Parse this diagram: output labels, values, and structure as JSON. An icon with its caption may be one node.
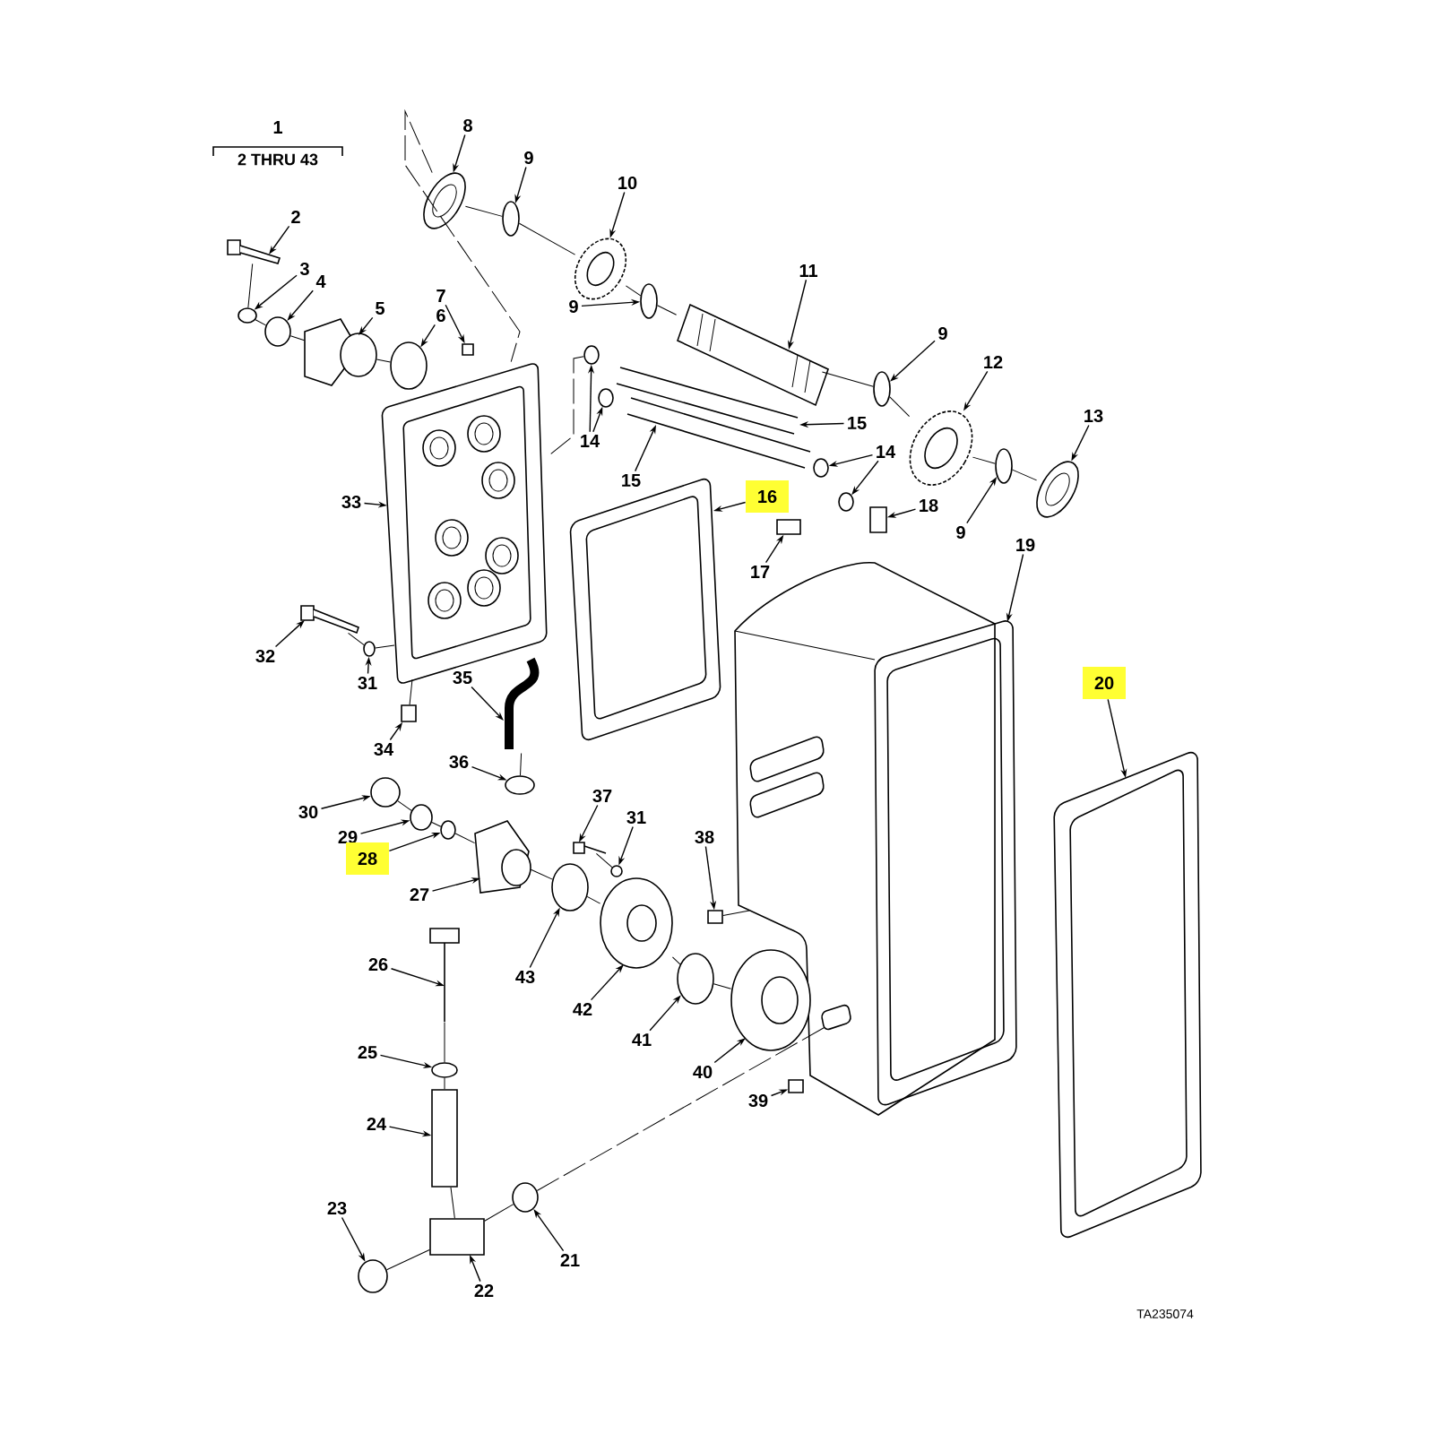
{
  "diagram": {
    "nodes": [
      {
        "text": [
          "8"
        ]
      },
      {
        "text": [
          "9"
        ]
      },
      {
        "text": [
          "10"
        ]
      },
      {
        "text": [
          "2"
        ]
      },
      {
        "text": [
          "3"
        ]
      },
      {
        "text": [
          "11"
        ]
      },
      {
        "text": [
          "4"
        ]
      },
      {
        "text": [
          "9"
        ]
      },
      {
        "text": [
          "7"
        ]
      },
      {
        "text": [
          "5"
        ]
      },
      {
        "text": [
          "6"
        ]
      },
      {
        "text": [
          "9"
        ]
      },
      {
        "text": [
          "12"
        ]
      },
      {
        "text": [
          "13"
        ]
      },
      {
        "text": [
          "15"
        ]
      },
      {
        "text": [
          "14"
        ]
      },
      {
        "text": [
          "14"
        ]
      },
      {
        "text": [
          "15"
        ]
      },
      {
        "text": [
          "16"
        ]
      },
      {
        "text": [
          "33"
        ]
      },
      {
        "text": [
          "18"
        ]
      },
      {
        "text": [
          "9"
        ]
      },
      {
        "text": [
          "19"
        ]
      },
      {
        "text": [
          "17"
        ]
      },
      {
        "text": [
          "32"
        ]
      },
      {
        "text": [
          "20"
        ]
      },
      {
        "text": [
          "31"
        ]
      },
      {
        "text": [
          "35"
        ]
      },
      {
        "text": [
          "34"
        ]
      },
      {
        "text": [
          "36"
        ]
      },
      {
        "text": [
          "37"
        ]
      },
      {
        "text": [
          "30"
        ]
      },
      {
        "text": [
          "31"
        ]
      },
      {
        "text": [
          "29"
        ]
      },
      {
        "text": [
          "38"
        ]
      },
      {
        "text": [
          "28"
        ]
      },
      {
        "text": [
          "27"
        ]
      },
      {
        "text": [
          "26"
        ]
      },
      {
        "text": [
          "43"
        ]
      },
      {
        "text": [
          "42"
        ]
      },
      {
        "text": [
          "41"
        ]
      },
      {
        "text": [
          "25"
        ]
      },
      {
        "text": [
          "40"
        ]
      },
      {
        "text": [
          "39"
        ]
      },
      {
        "text": [
          "24"
        ]
      },
      {
        "text": [
          "23"
        ]
      },
      {
        "text": [
          "21"
        ]
      },
      {
        "text": [
          "22"
        ]
      },
      {
        "text": [],
        "shape": "picture"
      },
      {
        "text": [],
        "shape": "circle"
      },
      {
        "text": [],
        "shape": "picture"
      },
      {
        "text": [],
        "shape": "circle"
      },
      {
        "text": [],
        "shape": "picture"
      },
      {
        "text": [],
        "shape": "circle"
      },
      {
        "text": [],
        "shape": "picture"
      },
      {
        "text": [],
        "shape": "circle"
      },
      {
        "text": [],
        "shape": "picture"
      },
      {
        "text": [],
        "shape": "picture"
      },
      {
        "text": [],
        "shape": "circle"
      },
      {
        "text": [],
        "shape": "circle"
      },
      {
        "text": [],
        "shape": "picture"
      },
      {
        "text": [],
        "shape": "circle"
      },
      {
        "text": [],
        "shape": "box"
      },
      {
        "text": [],
        "shape": "picture"
      },
      {
        "text": [],
        "shape": "circle"
      },
      {
        "text": [],
        "shape": "circle"
      },
      {
        "text": [],
        "shape": "picture"
      },
      {
        "text": [],
        "shape": "picture"
      },
      {
        "text": [],
        "shape": "circle"
      },
      {
        "text": [],
        "shape": "circle"
      },
      {
        "text": [],
        "shape": "picture"
      },
      {
        "text": [],
        "shape": "box"
      },
      {
        "text": [],
        "shape": "box"
      },
      {
        "text": [],
        "shape": "picture"
      },
      {
        "text": [],
        "shape": "picture"
      },
      {
        "text": [],
        "shape": "picture"
      },
      {
        "text": [],
        "shape": "circle"
      },
      {
        "text": [],
        "shape": "picture"
      },
      {
        "text": [],
        "shape": "box"
      },
      {
        "text": [],
        "shape": "circle"
      },
      {
        "text": [],
        "shape": "circle"
      },
      {
        "text": [],
        "shape": "circle"
      },
      {
        "text": [],
        "shape": "circle"
      },
      {
        "text": [],
        "shape": "picture"
      },
      {
        "text": [],
        "shape": "picture"
      },
      {
        "text": [],
        "shape": "circle"
      },
      {
        "text": [],
        "shape": "box"
      },
      {
        "text": [],
        "shape": "circle"
      },
      {
        "text": [],
        "shape": "picture"
      },
      {
        "text": [],
        "shape": "circle"
      },
      {
        "text": [],
        "shape": "picture"
      },
      {
        "text": [],
        "shape": "box"
      },
      {
        "text": [],
        "shape": "picture"
      },
      {
        "text": [],
        "shape": "circle"
      },
      {
        "text": [],
        "shape": "box"
      },
      {
        "text": [],
        "shape": "circle"
      },
      {
        "text": [],
        "shape": "box"
      },
      {
        "text": [],
        "shape": "circle"
      }
    ],
    "edges": [
      {
        "from": 0,
        "to": 48,
        "arrow": "to"
      },
      {
        "from": 1,
        "to": 49,
        "arrow": "to"
      },
      {
        "from": 2,
        "to": 50,
        "arrow": "to"
      },
      {
        "from": 3,
        "to": 57,
        "arrow": "to"
      },
      {
        "from": 4,
        "to": 58,
        "arrow": "to"
      },
      {
        "from": 5,
        "to": 52,
        "arrow": "to"
      },
      {
        "from": 6,
        "to": 59,
        "arrow": "to"
      },
      {
        "from": 7,
        "to": 51,
        "arrow": "to"
      },
      {
        "from": 8,
        "to": 62,
        "arrow": "to"
      },
      {
        "from": 9,
        "to": 60,
        "arrow": "to"
      },
      {
        "from": 10,
        "to": 61,
        "arrow": "to"
      },
      {
        "from": 11,
        "to": 53,
        "arrow": "to"
      },
      {
        "from": 12,
        "to": 54,
        "arrow": "to"
      },
      {
        "from": 13,
        "to": 56,
        "arrow": "to"
      },
      {
        "from": 14,
        "to": 66,
        "arrow": "to"
      },
      {
        "from": 15,
        "to": 64,
        "arrow": "to"
      },
      {
        "from": 15,
        "to": 65,
        "arrow": "to"
      },
      {
        "from": 16,
        "to": 68,
        "arrow": "to"
      },
      {
        "from": 16,
        "to": 69,
        "arrow": "to"
      },
      {
        "from": 17,
        "to": 67,
        "arrow": "to"
      },
      {
        "from": 18,
        "to": 70,
        "arrow": "to"
      },
      {
        "from": 19,
        "to": 63,
        "arrow": "to"
      },
      {
        "from": 20,
        "to": 72,
        "arrow": "to"
      },
      {
        "from": 21,
        "to": 55,
        "arrow": "to"
      },
      {
        "from": 22,
        "to": 73,
        "arrow": "to"
      },
      {
        "from": 23,
        "to": 71,
        "arrow": "to"
      },
      {
        "from": 24,
        "to": 75,
        "arrow": "to"
      },
      {
        "from": 25,
        "to": 74,
        "arrow": "to"
      },
      {
        "from": 26,
        "to": 76,
        "arrow": "to"
      },
      {
        "from": 27,
        "to": 77,
        "arrow": "to"
      },
      {
        "from": 28,
        "to": 78,
        "arrow": "to"
      },
      {
        "from": 29,
        "to": 79,
        "arrow": "to"
      },
      {
        "from": 30,
        "to": 84,
        "arrow": "to"
      },
      {
        "from": 31,
        "to": 80,
        "arrow": "to"
      },
      {
        "from": 32,
        "to": 85,
        "arrow": "to"
      },
      {
        "from": 33,
        "to": 81,
        "arrow": "to"
      },
      {
        "from": 34,
        "to": 86,
        "arrow": "to"
      },
      {
        "from": 35,
        "to": 82,
        "arrow": "to"
      },
      {
        "from": 36,
        "to": 83,
        "arrow": "to"
      },
      {
        "from": 37,
        "to": 92,
        "arrow": "to"
      },
      {
        "from": 38,
        "to": 87,
        "arrow": "to"
      },
      {
        "from": 39,
        "to": 88,
        "arrow": "to"
      },
      {
        "from": 40,
        "to": 89,
        "arrow": "to"
      },
      {
        "from": 41,
        "to": 93,
        "arrow": "to"
      },
      {
        "from": 42,
        "to": 90,
        "arrow": "to"
      },
      {
        "from": 43,
        "to": 91,
        "arrow": "to"
      },
      {
        "from": 44,
        "to": 94,
        "arrow": "to"
      },
      {
        "from": 45,
        "to": 95,
        "arrow": "to"
      },
      {
        "from": 46,
        "to": 97,
        "arrow": "to"
      },
      {
        "from": 47,
        "to": 96,
        "arrow": "to"
      },
      {
        "from": 48,
        "to": 49,
        "arrow": "none"
      },
      {
        "from": 49,
        "to": 50,
        "arrow": "none"
      },
      {
        "from": 50,
        "to": 51,
        "arrow": "none"
      },
      {
        "from": 51,
        "to": 52,
        "arrow": "none"
      },
      {
        "from": 52,
        "to": 53,
        "arrow": "none"
      },
      {
        "from": 53,
        "to": 54,
        "arrow": "none"
      },
      {
        "from": 54,
        "to": 55,
        "arrow": "none"
      },
      {
        "from": 55,
        "to": 56,
        "arrow": "none"
      },
      {
        "from": 48,
        "to": 63,
        "arrow": "none",
        "style": "dashed"
      },
      {
        "from": 64,
        "to": 63,
        "arrow": "none",
        "style": "dashed"
      },
      {
        "from": 57,
        "to": 58,
        "arrow": "none"
      },
      {
        "from": 58,
        "to": 59,
        "arrow": "none"
      },
      {
        "from": 59,
        "to": 60,
        "arrow": "none"
      },
      {
        "from": 60,
        "to": 61,
        "arrow": "none"
      },
      {
        "from": 75,
        "to": 76,
        "arrow": "none"
      },
      {
        "from": 76,
        "to": 63,
        "arrow": "none"
      },
      {
        "from": 78,
        "to": 63,
        "arrow": "none",
        "style": "dashed"
      },
      {
        "from": 77,
        "to": 79,
        "arrow": "none"
      },
      {
        "from": 80,
        "to": 81,
        "arrow": "none"
      },
      {
        "from": 81,
        "to": 82,
        "arrow": "none"
      },
      {
        "from": 82,
        "to": 83,
        "arrow": "none"
      },
      {
        "from": 83,
        "to": 87,
        "arrow": "none"
      },
      {
        "from": 87,
        "to": 88,
        "arrow": "none"
      },
      {
        "from": 88,
        "to": 89,
        "arrow": "none"
      },
      {
        "from": 89,
        "to": 90,
        "arrow": "none"
      },
      {
        "from": 84,
        "to": 85,
        "arrow": "none"
      },
      {
        "from": 86,
        "to": 73,
        "arrow": "none"
      },
      {
        "from": 92,
        "to": 93,
        "arrow": "none"
      },
      {
        "from": 93,
        "to": 94,
        "arrow": "none"
      },
      {
        "from": 94,
        "to": 96,
        "arrow": "none"
      },
      {
        "from": 95,
        "to": 96,
        "arrow": "none"
      },
      {
        "from": 96,
        "to": 97,
        "arrow": "none"
      },
      {
        "from": 97,
        "to": 73,
        "arrow": "none",
        "style": "dashed"
      }
    ],
    "labels": [
      "1",
      "2 THRU 43",
      "TA235074"
    ]
  }
}
